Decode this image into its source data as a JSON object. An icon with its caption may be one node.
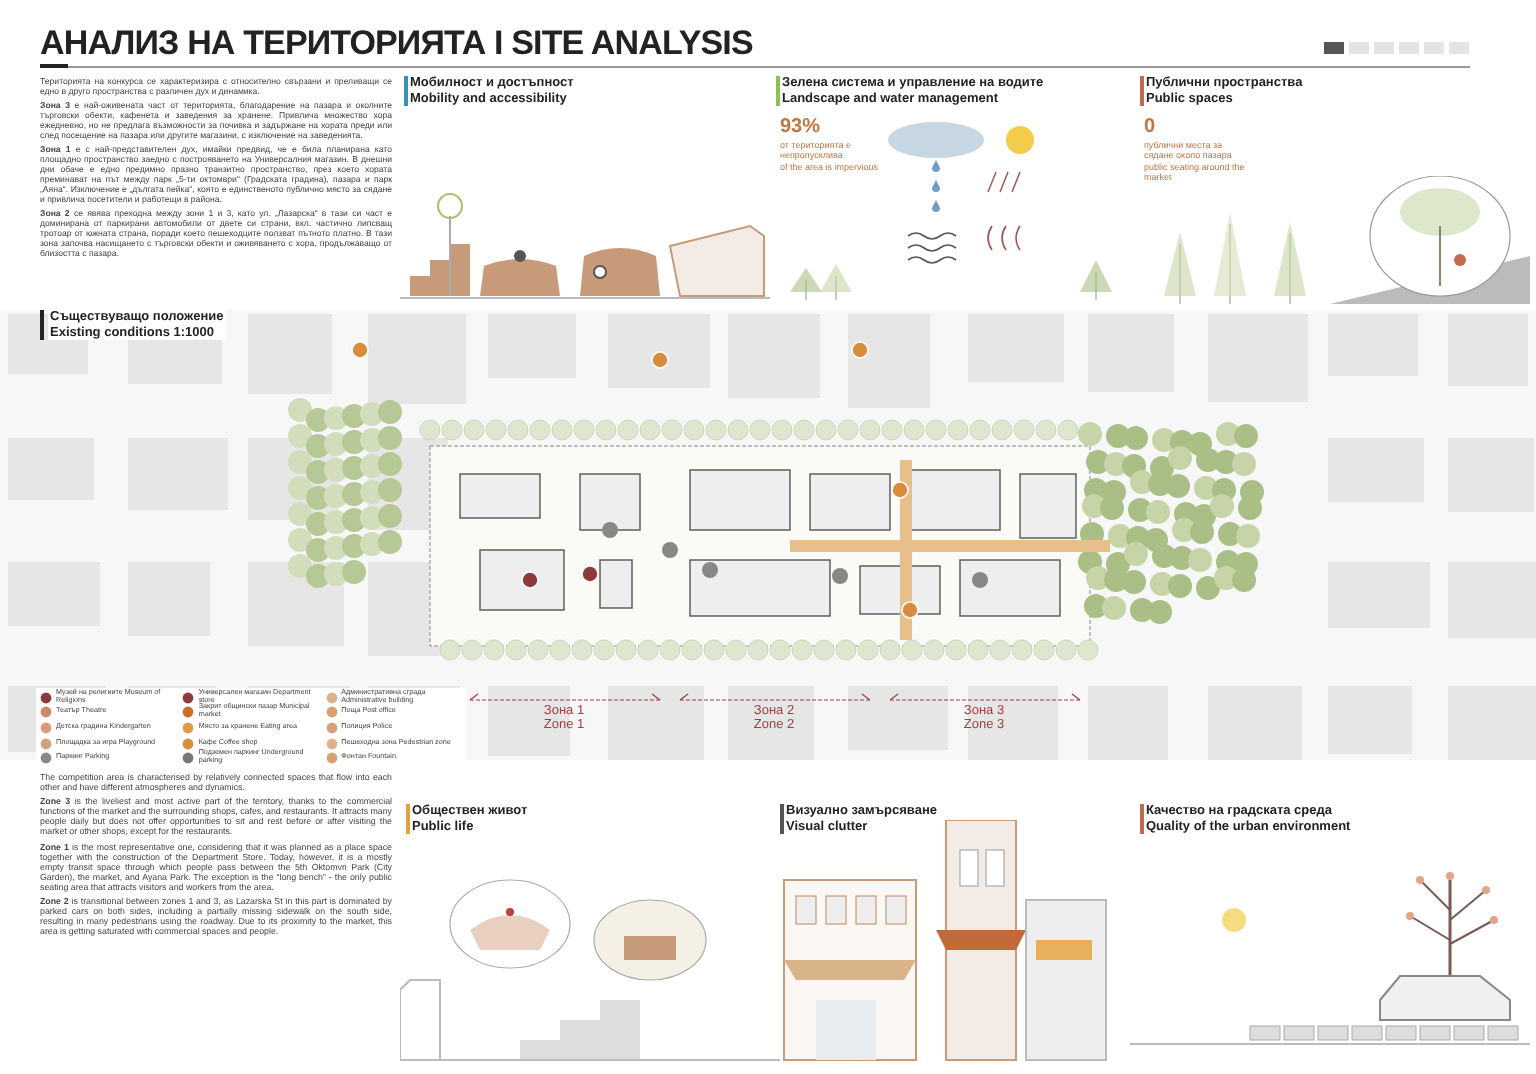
{
  "diagram": {
    "title": "АНАЛИЗ НА ТЕРИТОРИЯТА I SITE ANALYSIS",
    "labels": [
      "Територията на конкурса се характеризира с относително свързани и преливащи се едно в друго пространства с различен дух и динамика.",
      "**Зона 3** е най-оживената част от територията, благодарение на пазара и околните търговски обекти, кафенета и заведения за хранене. Привлича множество хора ежедневно, но не предлага възможности за почивка и задържане на хората преди или след посещение на пазара или другите магазини, с изключение на заведенията.",
      "**Зона 1** е с най-представителен дух, имайки предвид, че е била планирана като площадно пространство заедно с построяването на Универсалния магазин. В днешни дни обаче е едно предимно празно транзитно пространство, през което хората преминават на път между парк „5-ти октомври“ (Градската градина), пазара и парк „Аяна“. Изключение е „дългата пейка“, която е единственото публично място за сядане и привлича посетители и работещи в района.",
      "**Зона 2** се явява преходна между зони 1 и 3, като ул. „Лазарска“ в тази си част е доминирана от паркирани автомобили от двете си страни, вкл. частично липсващ тротоар от южната страна, поради което пешеходците ползват пътното платно. В тази зона започва насищането с търговски обекти и оживяването с хора, продължаващо от близостта с пазара.",
      "Мобилност и достъпност",
      "Mobility and accessibility",
      "Зелена система и управление на водите",
      "Landscape and water management",
      "93%",
      "от територията е непропусклива",
      "of the area is impervious",
      "Публични пространства",
      "Public spaces",
      "0",
      "публични места за сядане около пазара",
      "public seating around the market",
      "Съществуващо положение",
      "Existing conditions 1:1000",
      "Зона 1",
      "Zone 1",
      "Зона 2",
      "Zone 2",
      "Зона 3",
      "Zone 3",
      "The competition area is characterised by relatively connected spaces that flow into each other and have different atmospheres and dynamics.",
      "**Zone 3** is the liveliest and most active part of the territory, thanks to the commercial functions of the market and the surrounding shops, cafes, and restaurants. It attracts many people daily but does not offer opportunities to sit and rest before or after visiting the market or other shops, except for the restaurants.",
      "**Zone 1** is the most representative one, considering that it was planned as a place space together with the construction of the Department Store. Today, however, it is a mostly empty transit space through which people pass between the 5th Oktomvri Park (City Garden), the market, and Ayana Park. The exception is the “long bench” - the only public seating area that attracts visitors and workers from the area.",
      "**Zone 2** is transitional between zones 1 and 3, as Lazarska St in this part is dominated by parked cars on both sides, including a partially missing sidewalk on the south side, resulting in many pedestrians using the roadway. Due to its proximity to the market, this area is getting saturated with commercial spaces and people.",
      "Обществен живот",
      "Public life",
      "Визуално замърсяване",
      "Visual clutter",
      "Качество на градската среда",
      "Quality of the urban environment"
    ],
    "legend": [
      {
        "text": "Музей на религиите Museum of Religions"
      },
      {
        "text": "Театър Theatre"
      },
      {
        "text": "Детска градина Kindergarten"
      },
      {
        "text": "Площадка за игра Playground"
      },
      {
        "text": "Паркинг Parking"
      },
      {
        "text": "Универсален магазин Department store"
      },
      {
        "text": "Закрит общински пазар Municipal market"
      },
      {
        "text": "Място за хранене Eating area"
      },
      {
        "text": "Кафе Coffee shop"
      },
      {
        "text": "Подземен паркинг Underground parking"
      },
      {
        "text": "Административна сграда Administrative building"
      },
      {
        "text": "Поща Post office"
      },
      {
        "text": "Полиция Police"
      },
      {
        "text": "Пешеходна зона Pedestrian zone"
      },
      {
        "text": "Фонтан Fountain"
      }
    ]
  }
}
